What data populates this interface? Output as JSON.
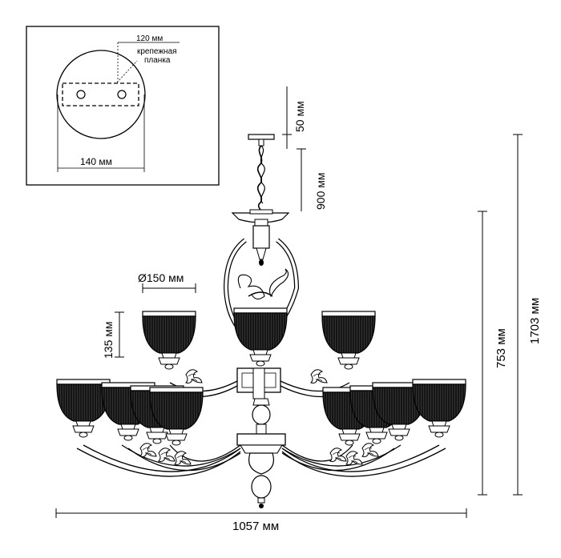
{
  "inset": {
    "dim_plank": "120 мм",
    "plank_label_line1": "крепежная",
    "plank_label_line2": "планка",
    "dim_base": "140 мм"
  },
  "dimensions": {
    "canopy_height": "50 мм",
    "chain_length": "900 мм",
    "shade_diameter": "Ø150 мм",
    "shade_height": "135 мм",
    "body_height": "753 мм",
    "total_height": "1703 мм",
    "width": "1057 мм"
  },
  "colors": {
    "line": "#000000",
    "shade_fill": "#111111",
    "background": "#ffffff"
  }
}
